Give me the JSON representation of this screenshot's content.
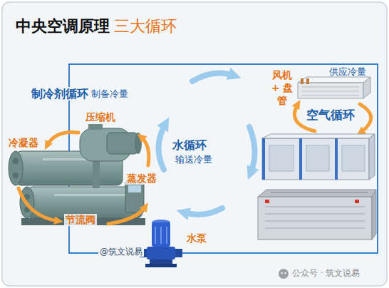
{
  "diagram": {
    "title": "中央空调原理",
    "labels": [
      "三大循环",
      "制冷剂循环",
      "制备冷量",
      "压缩机",
      "冷凝器",
      "蒸发器",
      "节流阀",
      "水循环",
      "输送冷量",
      "风机 + 盘管",
      "供应冷量",
      "空气循环",
      "水泵",
      "@筑文说易",
      "公众号 · 筑文说易"
    ]
  }
}
